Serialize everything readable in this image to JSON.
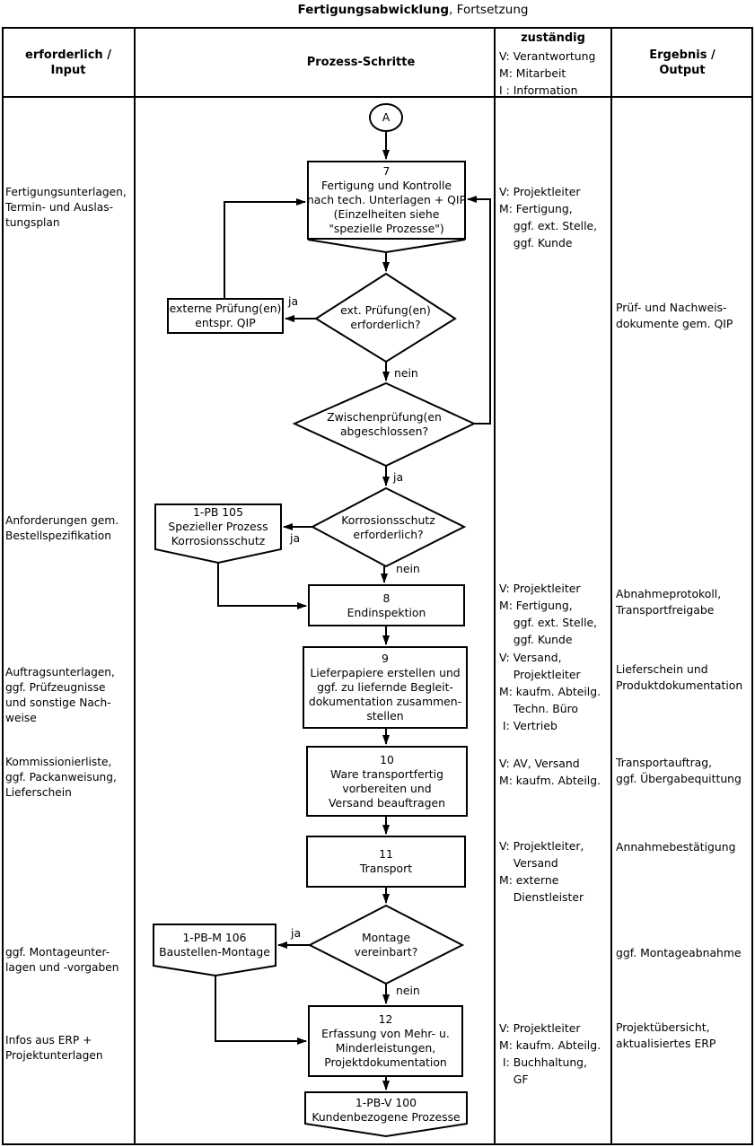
{
  "title": {
    "bold": "Fertigungsabwicklung",
    "rest": ", Fortsetzung"
  },
  "header": {
    "input": "erforderlich /\nInput",
    "process": "Prozess-Schritte",
    "responsible_title": "zuständig",
    "responsible_legend": "V: Verantwortung\nM: Mitarbeit\nI : Information",
    "output": "Ergebnis /\nOutput"
  },
  "nodes": {
    "connector_a": "A",
    "step7": "7\nFertigung und Kontrolle\nnach tech. Unterlagen + QIP\n(Einzelheiten siehe\n\"spezielle Prozesse\")",
    "ext_check_box": "externe Prüfung(en)\nentspr. QIP",
    "decision_ext": "ext. Prüfung(en)\nerforderlich?",
    "decision_zwischen": "Zwischenprüfung(en\nabgeschlossen?",
    "decision_korrosion": "Korrosionsschutz\nerforderlich?",
    "pb105": "1-PB 105\nSpezieller Prozess\nKorrosionsschutz",
    "step8": "8\nEndinspektion",
    "step9": "9\nLieferpapiere erstellen und\nggf. zu liefernde Begleit-\ndokumentation zusammen-\nstellen",
    "step10": "10\nWare transportfertig\nvorbereiten und\nVersand beauftragen",
    "step11": "11\nTransport",
    "decision_montage": "Montage\nvereinbart?",
    "pbm106": "1-PB-M 106\nBaustellen-Montage",
    "step12": "12\nErfassung von Mehr- u.\nMinderleistungen,\nProjektdokumentation",
    "pbv100": "1-PB-V 100\nKundenbezogene Prozesse"
  },
  "edge_labels": {
    "ja_ext": "ja",
    "nein_ext": "nein",
    "ja_zwischen": "ja",
    "ja_korrosion": "ja",
    "nein_korrosion": "nein",
    "ja_montage": "ja",
    "nein_montage": "nein"
  },
  "inputs": [
    {
      "text": "Fertigungsunterlagen,\nTermin- und Auslas-\ntungsplan"
    },
    {
      "text": "Anforderungen gem.\nBestellspezifikation"
    },
    {
      "text": "Auftragsunterlagen,\nggf. Prüfzeugnisse\nund sonstige Nach-\nweise"
    },
    {
      "text": "Kommissionierliste,\nggf. Packanweisung,\nLieferschein"
    },
    {
      "text": "ggf. Montageunter-\nlagen und -vorgaben"
    },
    {
      "text": "Infos aus ERP +\nProjektunterlagen"
    }
  ],
  "responsible": [
    {
      "text": "V: Projektleiter\nM: Fertigung,\n    ggf. ext. Stelle,\n    ggf. Kunde"
    },
    {
      "text": "V: Projektleiter\nM: Fertigung,\n    ggf. ext. Stelle,\n    ggf. Kunde"
    },
    {
      "text": "V: Versand,\n    Projektleiter\nM: kaufm. Abteilg.\n    Techn. Büro\n I: Vertrieb"
    },
    {
      "text": "V: AV, Versand\nM: kaufm. Abteilg."
    },
    {
      "text": "V: Projektleiter,\n    Versand\nM: externe\n    Dienstleister"
    },
    {
      "text": "V: Projektleiter\nM: kaufm. Abteilg.\n I: Buchhaltung,\n    GF"
    }
  ],
  "outputs": [
    {
      "text": "Prüf- und Nachweis-\ndokumente gem. QIP"
    },
    {
      "text": "Abnahmeprotokoll,\nTransportfreigabe"
    },
    {
      "text": "Lieferschein und\nProduktdokumentation"
    },
    {
      "text": "Transportauftrag,\nggf. Übergabequittung"
    },
    {
      "text": "Annahmebestätigung"
    },
    {
      "text": "ggf. Montageabnahme"
    },
    {
      "text": "Projektübersicht,\naktualisiertes ERP"
    }
  ],
  "colors": {
    "line": "#000000",
    "background": "#ffffff"
  }
}
